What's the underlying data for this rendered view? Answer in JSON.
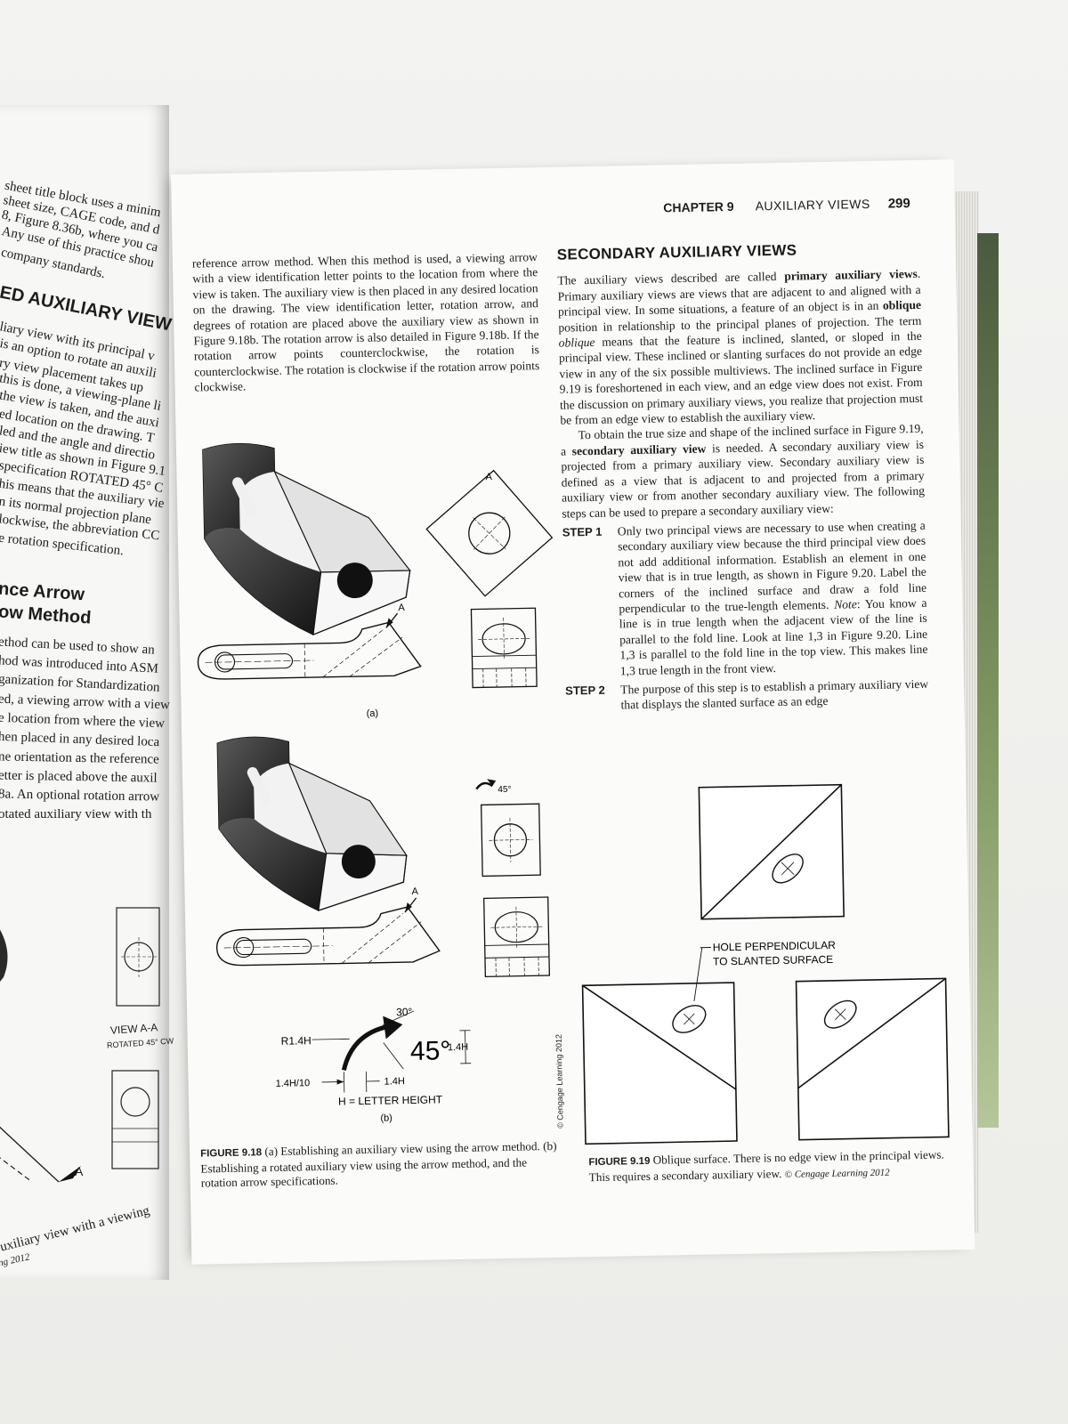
{
  "left_page": {
    "lines": [
      "sheet title block uses a minim",
      "sheet size, CAGE code, and d",
      "8, Figure 8.36b, where you ca",
      "Any use of this practice shou",
      "company standards."
    ],
    "heading": "ED AUXILIARY VIEW",
    "body_lines": [
      "liary view with its principal v",
      "is an option to rotate an auxili",
      "ry view placement takes up",
      "this is done, a viewing-plane li",
      "the view is taken, and the auxi",
      "ed location on the drawing. T",
      "led and the angle and directio",
      "iew title as shown in Figure 9.1",
      "specification ROTATED 45° C",
      "his means that the auxiliary vie",
      "n its normal projection plane",
      "lockwise, the abbreviation CC",
      "e rotation specification."
    ],
    "subheading_1": "nce Arrow",
    "subheading_2": "ow Method",
    "body_lines_2": [
      "ethod can be used to show an",
      "hod was introduced into ASM",
      "ganization for Standardization",
      "ed, a viewing arrow with a view",
      "e location from where the view",
      "hen placed in any desired loca",
      "ne orientation as the reference",
      "etter is placed above the auxil",
      "8a. An optional rotation arrow",
      "otated auxiliary view with th"
    ],
    "view_label_1": "VIEW A-A",
    "view_label_2": "ROTATED 45° CW",
    "letter_a": "A",
    "bottom_line": "uxiliary view with a viewing",
    "bottom_credit": "ng 2012"
  },
  "running_head": {
    "chapter": "CHAPTER 9",
    "section": "AUXILIARY VIEWS",
    "page_number": "299"
  },
  "column_1": {
    "paragraph": "reference arrow method. When this method is used, a viewing arrow with a view identification letter points to the location from where the view is taken. The auxiliary view is then placed in any desired location on the drawing. The view identification letter, rotation arrow, and degrees of rotation are placed above the auxiliary view as shown in Figure 9.18b. The rotation arrow is also detailed in Figure 9.18b. If the rotation arrow points counterclockwise, the rotation is counterclockwise. The rotation is clockwise if the rotation arrow points clockwise."
  },
  "figure_9_18": {
    "label_a_top": "A",
    "label_a_mid": "A",
    "label_a_lower": "A",
    "sub_a": "(a)",
    "sub_b": "(b)",
    "rotation_label": "45°",
    "r_label": "R1.4H",
    "angle_30": "30°",
    "big_45": "45°",
    "dim_14h_right": "1.4H",
    "dim_14h_10": "1.4H/10",
    "dim_14h_bottom": "1.4H",
    "letter_height": "H = LETTER HEIGHT",
    "copyright": "© Cengage Learning 2012",
    "caption_label": "FIGURE 9.18",
    "caption_text": "(a) Establishing an auxiliary view using the arrow method. (b) Establishing a rotated auxiliary view using the arrow method, and the rotation arrow specifications."
  },
  "column_2": {
    "heading": "SECONDARY AUXILIARY VIEWS",
    "para1_parts": [
      "The auxiliary views described are called ",
      "primary auxiliary views",
      ". Primary auxiliary views are views that are adjacent to and aligned with a principal view. In some situations, a feature of an object is in an ",
      "oblique",
      " position in relationship to the principal planes of projection. The term ",
      "oblique",
      " means that the feature is inclined, slanted, or sloped in the principal view. These inclined or slanting surfaces do not provide an edge view in any of the six possible multiviews. The inclined surface in Figure 9.19 is foreshortened in each view, and an edge view does not exist. From the discussion on primary auxiliary views, you realize that projection must be from an edge view to establish the auxiliary view."
    ],
    "para2_parts": [
      "To obtain the true size and shape of the inclined surface in Figure 9.19, a ",
      "secondary auxiliary view",
      " is needed. A secondary auxiliary view is projected from a primary auxiliary view. Secondary auxiliary view is defined as a view that is adjacent to and projected from a primary auxiliary view or from another secondary auxiliary view. The following steps can be used to prepare a secondary auxiliary view:"
    ],
    "step1_label": "STEP 1",
    "step1_parts": [
      "Only two principal views are necessary to use when creating a secondary auxiliary view because the third principal view does not add additional information. Establish an element in one view that is in true length, as shown in Figure 9.20. Label the corners of the inclined surface and draw a fold line perpendicular to the true-length elements. ",
      "Note",
      ": You know a line is in true length when the adjacent view of the line is parallel to the fold line. Look at line 1,3 in Figure 9.20. Line 1,3 is parallel to the fold line in the top view. This makes line 1,3 true length in the front view."
    ],
    "step2_label": "STEP 2",
    "step2_text": "The purpose of this step is to establish a primary auxiliary view that displays the slanted surface as an edge"
  },
  "figure_9_19": {
    "callout_1": "HOLE PERPENDICULAR",
    "callout_2": "TO SLANTED SURFACE",
    "caption_label": "FIGURE 9.19",
    "caption_text": "Oblique surface. There is no edge view in the principal views. This requires a secondary auxiliary view.",
    "caption_credit": "© Cengage Learning 2012"
  }
}
